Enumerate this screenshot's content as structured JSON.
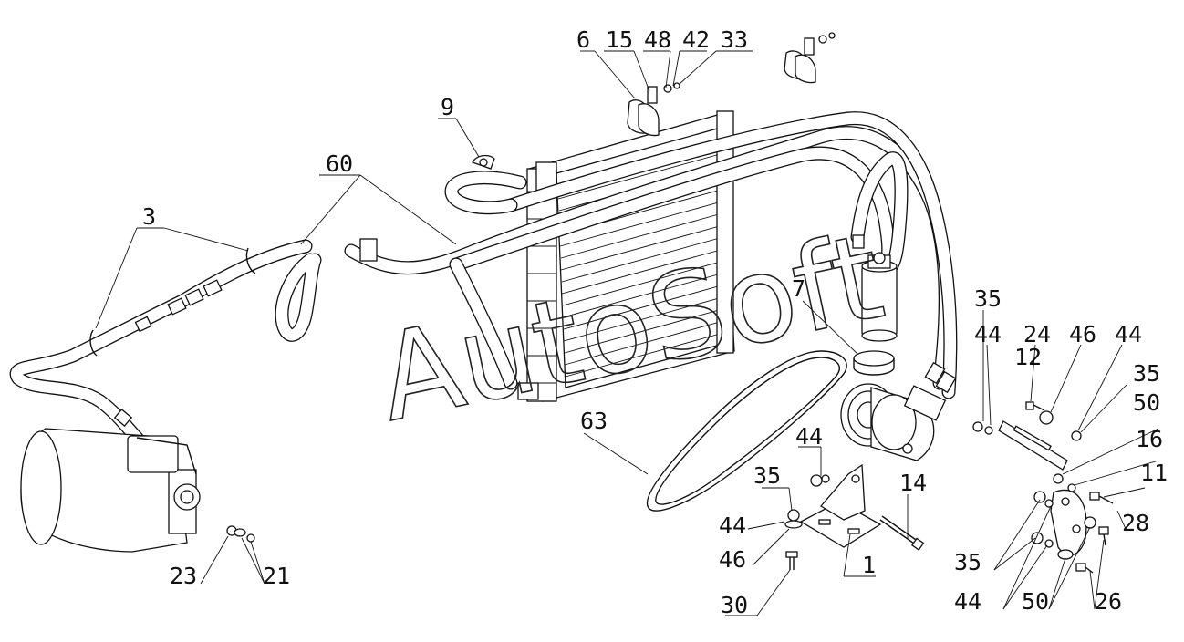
{
  "watermark": "AutoSoft",
  "callouts": {
    "c6": "6",
    "c15": "15",
    "c48": "48",
    "c42": "42",
    "c33": "33",
    "c9": "9",
    "c60": "60",
    "c3": "3",
    "c7": "7",
    "c35a": "35",
    "c44a": "44",
    "c24": "24",
    "c46a": "46",
    "c44b": "44",
    "c12": "12",
    "c35b": "35",
    "c50a": "50",
    "c16": "16",
    "c11": "11",
    "c28": "28",
    "c63": "63",
    "c44c": "44",
    "c35c": "35",
    "c14": "14",
    "c44d": "44",
    "c46b": "46",
    "c1": "1",
    "c30": "30",
    "c23": "23",
    "c21": "21",
    "c35d": "35",
    "c44e": "44",
    "c50b": "50",
    "c26": "26"
  }
}
